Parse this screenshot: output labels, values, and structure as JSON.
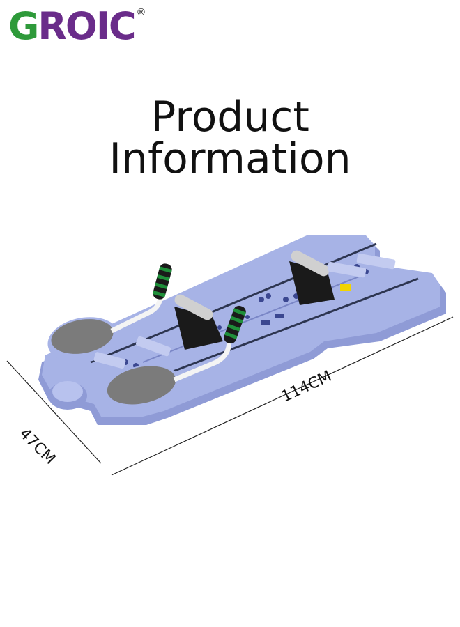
{
  "brand": {
    "first_letter": "G",
    "rest": "ROIC",
    "registered_mark": "®"
  },
  "title": {
    "line1": "Product",
    "line2": "Information"
  },
  "dimensions": {
    "length_label": "114CM",
    "width_label": "47CM"
  },
  "colors": {
    "board": "#a7b3e6",
    "board_shadow": "#8f9bd6",
    "pad": "#7b7b7b",
    "grip_green": "#1f8f3a",
    "handle_black": "#1a1a1a",
    "logo_green": "#2e9a3a",
    "logo_purple": "#6a2c8a"
  }
}
